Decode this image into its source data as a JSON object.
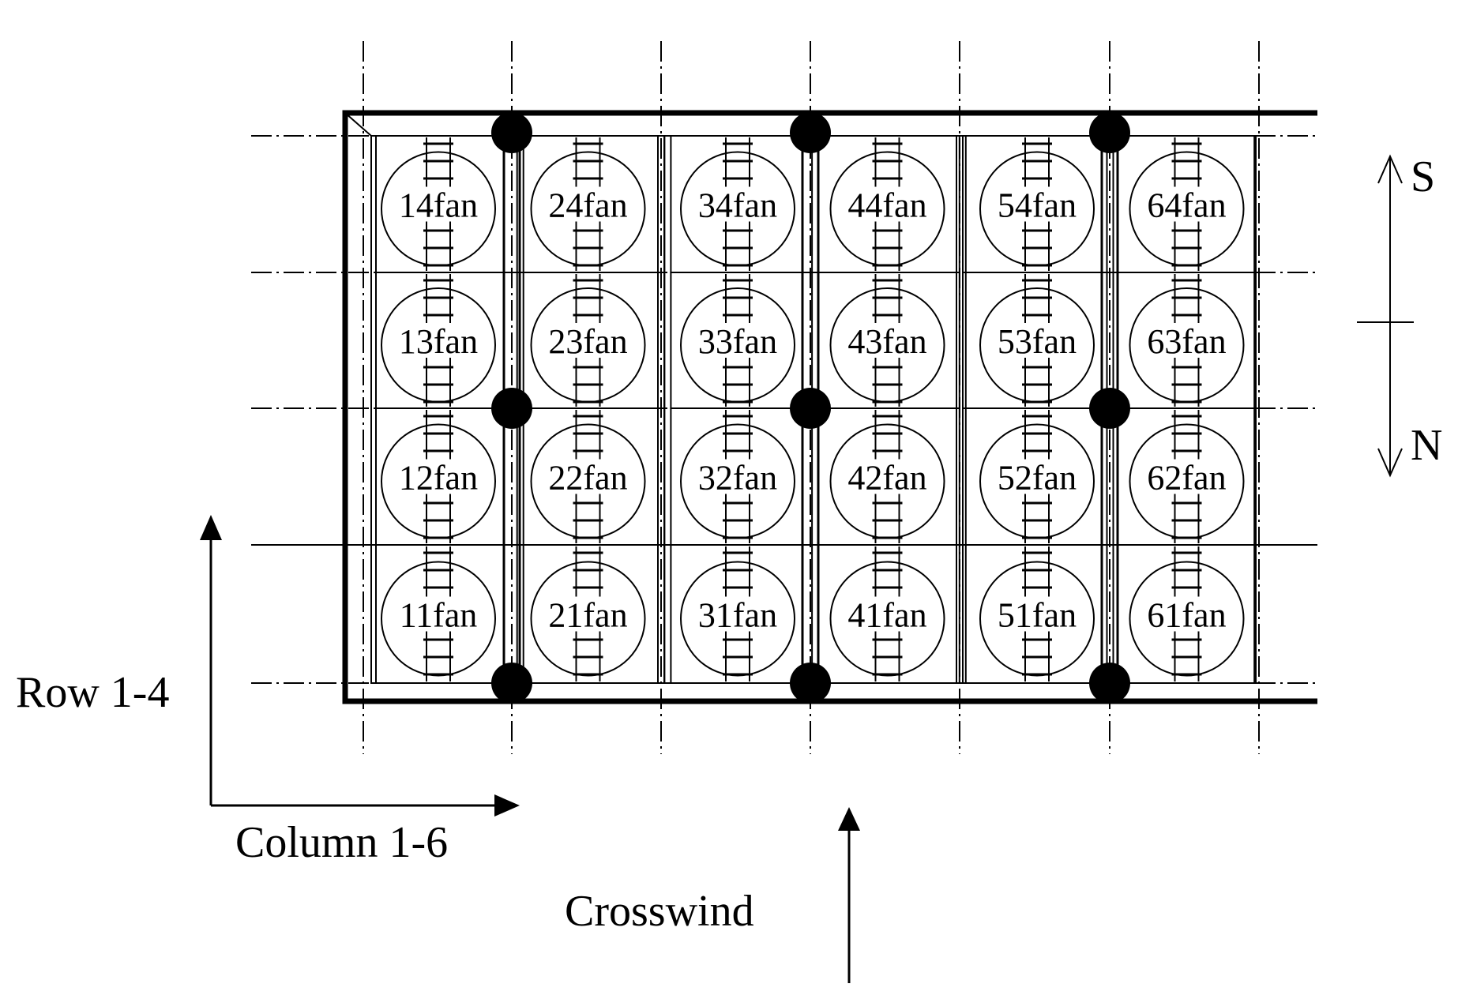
{
  "fans": [
    [
      "14fan",
      "24fan",
      "34fan",
      "44fan",
      "54fan",
      "64fan"
    ],
    [
      "13fan",
      "23fan",
      "33fan",
      "43fan",
      "53fan",
      "63fan"
    ],
    [
      "12fan",
      "22fan",
      "32fan",
      "42fan",
      "52fan",
      "62fan"
    ],
    [
      "11fan",
      "21fan",
      "31fan",
      "41fan",
      "51fan",
      "61fan"
    ]
  ],
  "labels": {
    "row": "Row 1-4",
    "column": "Column 1-6",
    "crosswind": "Crosswind",
    "south": "S",
    "north": "N"
  }
}
